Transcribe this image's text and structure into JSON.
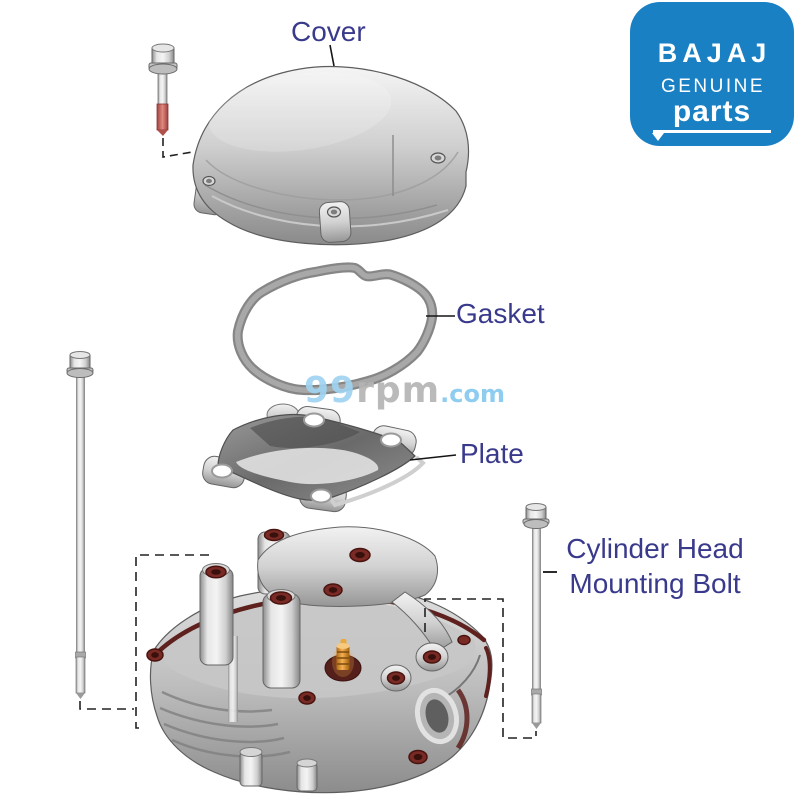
{
  "labels": {
    "cover": "Cover",
    "gasket": "Gasket",
    "plate": "Plate",
    "mounting_bolt": {
      "line1": "Cylinder Head",
      "line2": "Mounting Bolt"
    }
  },
  "watermark": {
    "part1": "99",
    "part2": "rpm",
    "part3": ".com",
    "color_99": "#9fd3f0",
    "color_rpm": "#b5b5b5",
    "color_com": "#85c9ef"
  },
  "logo": {
    "brand": "BAJAJ",
    "genuine": "GENUINE",
    "parts": "parts",
    "background": "#1a80c4",
    "text_color": "#ffffff"
  },
  "diagram": {
    "background": "#ffffff",
    "parts": [
      "short-flange-bolt",
      "cylinder-head-cover",
      "cover-gasket",
      "breather-plate",
      "cylinder-head",
      "mounting-bolt-left",
      "mounting-bolt-right"
    ]
  },
  "colors": {
    "label_text": "#3a3a8c",
    "leader_line": "#151515",
    "bolt_tip_red": "#c75f5a",
    "spark_plug_orange": "#e8952c",
    "bolt_hole_maroon": "#6e2824",
    "metal_light": "#ececec",
    "metal_dark": "#8f8f8f"
  }
}
